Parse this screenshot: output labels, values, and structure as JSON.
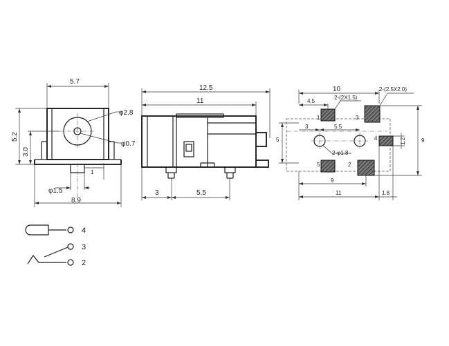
{
  "front_view": {
    "width_dim": "5.7",
    "height_dim": "5.2",
    "base_dim": "3.0",
    "hole_outer": "φ2.8",
    "hole_inner": "φ0.7",
    "pin_dia": "φ1.5",
    "pin_offset": "1",
    "overall_width": "8.9"
  },
  "side_view": {
    "overall_length": "12.5",
    "body_length": "11",
    "pin_a": "3",
    "pin_b": "5.5"
  },
  "footprint": {
    "overall_width": "10",
    "pad_small_note": "2-(2X1.5)",
    "pad_large_note": "2-(2.5X2.0)",
    "pitch_a": "4.5",
    "pitch_b": "3",
    "pitch_c": "5.5",
    "height_left": "5",
    "height_right": "9",
    "hole_note": "2-φ1.8",
    "bottom_a": "9",
    "bottom_b": "11",
    "edge_c": "1.8",
    "pad_side": "1.2",
    "pin_labels": [
      "1",
      "3",
      "4",
      "5",
      "2"
    ]
  },
  "schematic": {
    "pin_4": "4",
    "pin_3": "3",
    "pin_2": "2"
  }
}
